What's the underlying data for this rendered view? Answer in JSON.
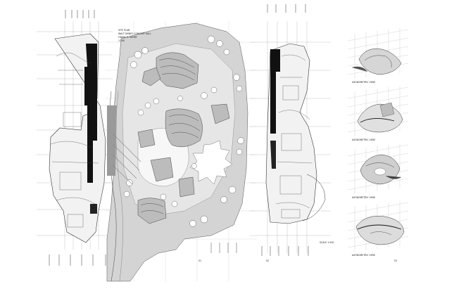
{
  "title_block": {
    "line1": "SITE PLAN",
    "line2": "WALT DISNEY CONCERT HALL",
    "line3": "FRANK O. GEHRY",
    "line4": "1:200"
  },
  "panel_captions": [
    "AXONOMETRIC VIEW",
    "AXONOMETRIC VIEW",
    "AXONOMETRIC VIEW",
    "AXONOMETRIC VIEW"
  ],
  "sheet_numbers": {
    "left": "01",
    "center": "02",
    "right": "03"
  },
  "scale_note": "SCALE 1:200"
}
